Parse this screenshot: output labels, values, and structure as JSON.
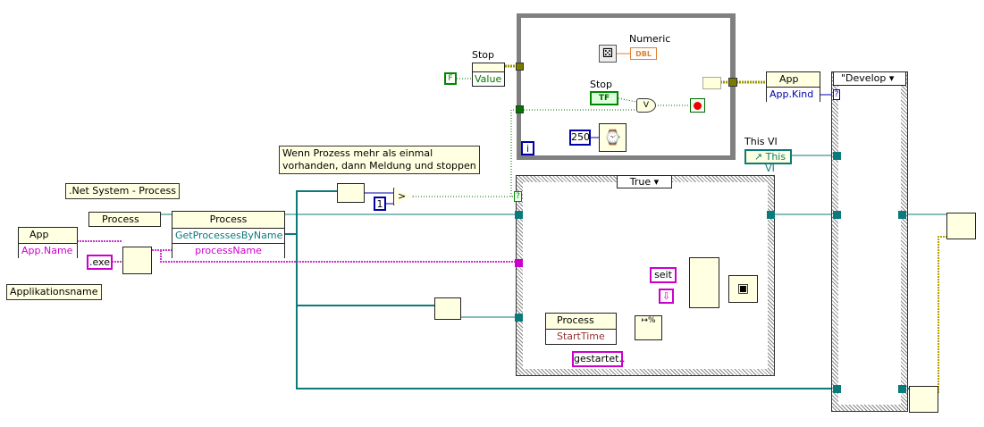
{
  "comments": {
    "net_process": ".Net System - Process",
    "app_name": "Applikationsname",
    "multi_process": "Wenn Prozess mehr als einmal\nvorhanden, dann Meldung und stoppen"
  },
  "process_constant": {
    "label": "Process"
  },
  "process_invoke": {
    "class": "Process",
    "method": "GetProcessesByName",
    "param": "processName"
  },
  "app_node_left": {
    "class": "App",
    "property": "App.Name"
  },
  "exe_constant": ".exe",
  "numeric_one": "1",
  "stop_property": {
    "label": "Stop",
    "property": "Value"
  },
  "false_constant": "F",
  "while_loop": {
    "numeric_label": "Numeric",
    "numeric_type": "DBL",
    "stop_label": "Stop",
    "stop_type": "TF",
    "or_symbol": "V",
    "wait_ms": "250",
    "iteration": "i"
  },
  "app_node_right": {
    "class": "App",
    "property": "App.Kind"
  },
  "case_right": {
    "selector": "\"Develop",
    "terminal": "?"
  },
  "this_vi": {
    "label": "This VI",
    "ref": "This VI"
  },
  "case_main": {
    "selector": "True",
    "terminal": "?"
  },
  "process_property": {
    "class": "Process",
    "property": "StartTime"
  },
  "seit_constant": "seit",
  "gestartet_constant": "gestartet..",
  "linefeed_symbol": "⇩",
  "colors": {
    "string_wire": "#cc33cc",
    "refnum_wire": "#007777",
    "bool_wire": "#006600",
    "loop_border": "#808080"
  }
}
